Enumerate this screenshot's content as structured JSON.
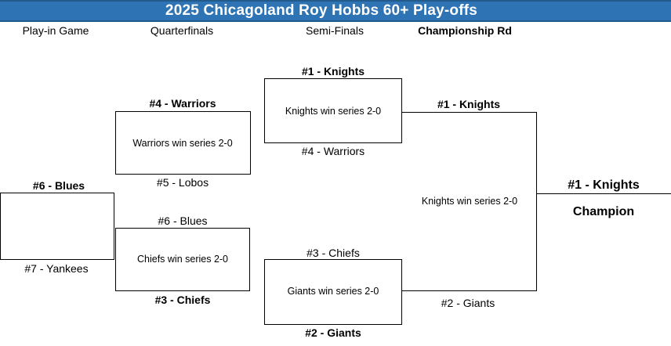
{
  "header": {
    "title": "2025 Chicagoland Roy Hobbs 60+ Play-offs",
    "bg_color": "#2E74B5",
    "border_color": "#235A8C",
    "text_color": "#FFFFFF"
  },
  "round_labels": [
    {
      "label": "Play-in Game",
      "bold": false
    },
    {
      "label": "Quarterfinals",
      "bold": false
    },
    {
      "label": "Semi-Finals",
      "bold": false
    },
    {
      "label": "Championship Rd",
      "bold": true
    }
  ],
  "bracket": {
    "play_in": {
      "top": {
        "name": "#6 - Blues",
        "bold": true
      },
      "bottom": {
        "name": "#7 - Yankees",
        "bold": false
      },
      "result": ""
    },
    "quarterfinals": [
      {
        "top": {
          "name": "#4 - Warriors",
          "bold": true
        },
        "bottom": {
          "name": "#5 - Lobos",
          "bold": false
        },
        "result": "Warriors win series 2-0"
      },
      {
        "top": {
          "name": "#6 - Blues",
          "bold": false
        },
        "bottom": {
          "name": "#3 - Chiefs",
          "bold": true
        },
        "result": "Chiefs win series 2-0"
      }
    ],
    "semifinals": [
      {
        "top": {
          "name": "#1 - Knights",
          "bold": true
        },
        "bottom": {
          "name": "#4 - Warriors",
          "bold": false
        },
        "result": "Knights win series 2-0"
      },
      {
        "top": {
          "name": "#3 - Chiefs",
          "bold": false
        },
        "bottom": {
          "name": "#2 - Giants",
          "bold": true
        },
        "result": "Giants win series 2-0"
      }
    ],
    "championship": {
      "top": {
        "name": "#1 - Knights",
        "bold": true
      },
      "bottom": {
        "name": "#2 - Giants",
        "bold": false
      },
      "result": "Knights win series 2-0"
    },
    "champion": {
      "team": "#1 - Knights",
      "label": "Champion"
    }
  },
  "line_color": "#000000"
}
